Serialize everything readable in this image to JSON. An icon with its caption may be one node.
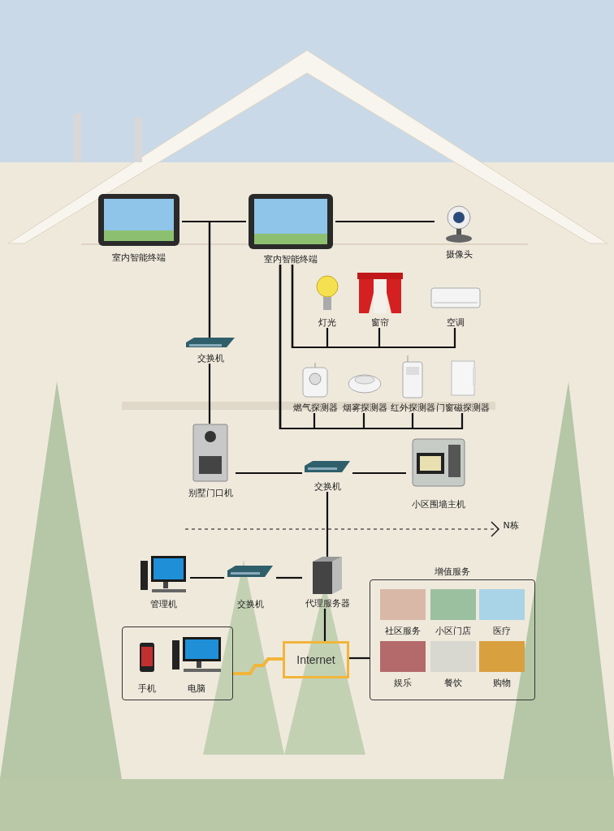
{
  "diagram": {
    "nodes": [
      {
        "text": [
          "室内智能终端"
        ]
      },
      {
        "text": [
          "室内智能终端"
        ]
      },
      {
        "text": [
          "摄像头"
        ]
      },
      {
        "text": [
          "灯光"
        ]
      },
      {
        "text": [
          "窗帘"
        ]
      },
      {
        "text": [
          "空调"
        ]
      },
      {
        "text": [
          "交换机"
        ]
      },
      {
        "text": [
          "燃气探测器"
        ]
      },
      {
        "text": [
          "烟雾探测器"
        ]
      },
      {
        "text": [
          "红外探测器"
        ]
      },
      {
        "text": [
          "门窗磁探测器"
        ]
      },
      {
        "text": [
          "别墅门口机"
        ]
      },
      {
        "text": [
          "交换机"
        ]
      },
      {
        "text": [
          "小区围墙主机"
        ]
      },
      {
        "text": [
          "N栋"
        ]
      },
      {
        "text": [
          "管理机"
        ]
      },
      {
        "text": [
          "交换机"
        ]
      },
      {
        "text": [
          "代理服务器"
        ]
      },
      {
        "text": [
          "增值服务"
        ]
      },
      {
        "text": [
          "社区服务"
        ],
        "in": 18
      },
      {
        "text": [
          "小区门店"
        ],
        "in": 18
      },
      {
        "text": [
          "医疗"
        ],
        "in": 18
      },
      {
        "text": [
          "娱乐"
        ],
        "in": 18
      },
      {
        "text": [
          "餐饮"
        ],
        "in": 18
      },
      {
        "text": [
          "购物"
        ],
        "in": 18
      },
      {
        "text": [],
        "shape": "box"
      },
      {
        "text": [
          "手机"
        ],
        "in": 25
      },
      {
        "text": [
          "电脑"
        ],
        "in": 25
      },
      {
        "text": [
          "Internet"
        ]
      }
    ],
    "edges": [
      {
        "from": 0,
        "to": 6,
        "arrow": "none"
      },
      {
        "from": 1,
        "to": 6,
        "arrow": "none"
      },
      {
        "from": 6,
        "to": 11,
        "arrow": "none"
      },
      {
        "from": 1,
        "to": 2,
        "arrow": "none"
      },
      {
        "from": 1,
        "to": 3,
        "arrow": "none"
      },
      {
        "from": 1,
        "to": 4,
        "arrow": "none"
      },
      {
        "from": 1,
        "to": 5,
        "arrow": "none"
      },
      {
        "from": 1,
        "to": 7,
        "arrow": "none"
      },
      {
        "from": 1,
        "to": 8,
        "arrow": "none"
      },
      {
        "from": 1,
        "to": 9,
        "arrow": "none"
      },
      {
        "from": 1,
        "to": 10,
        "arrow": "none"
      },
      {
        "from": 11,
        "to": 12,
        "arrow": "none"
      },
      {
        "from": 12,
        "to": 13,
        "arrow": "none"
      },
      {
        "from": 12,
        "to": 17,
        "arrow": "none"
      },
      {
        "from": 15,
        "to": 16,
        "arrow": "none"
      },
      {
        "from": 16,
        "to": 17,
        "arrow": "none"
      },
      {
        "from": 17,
        "to": 28,
        "arrow": "none"
      },
      {
        "from": 28,
        "to": 18,
        "arrow": "none"
      },
      {
        "from": 25,
        "to": 28,
        "arrow": "none",
        "style": "thick",
        "color": "#f2b53a"
      },
      {
        "from": null,
        "to": 14,
        "arrow": "to",
        "style": "dashed"
      }
    ]
  }
}
